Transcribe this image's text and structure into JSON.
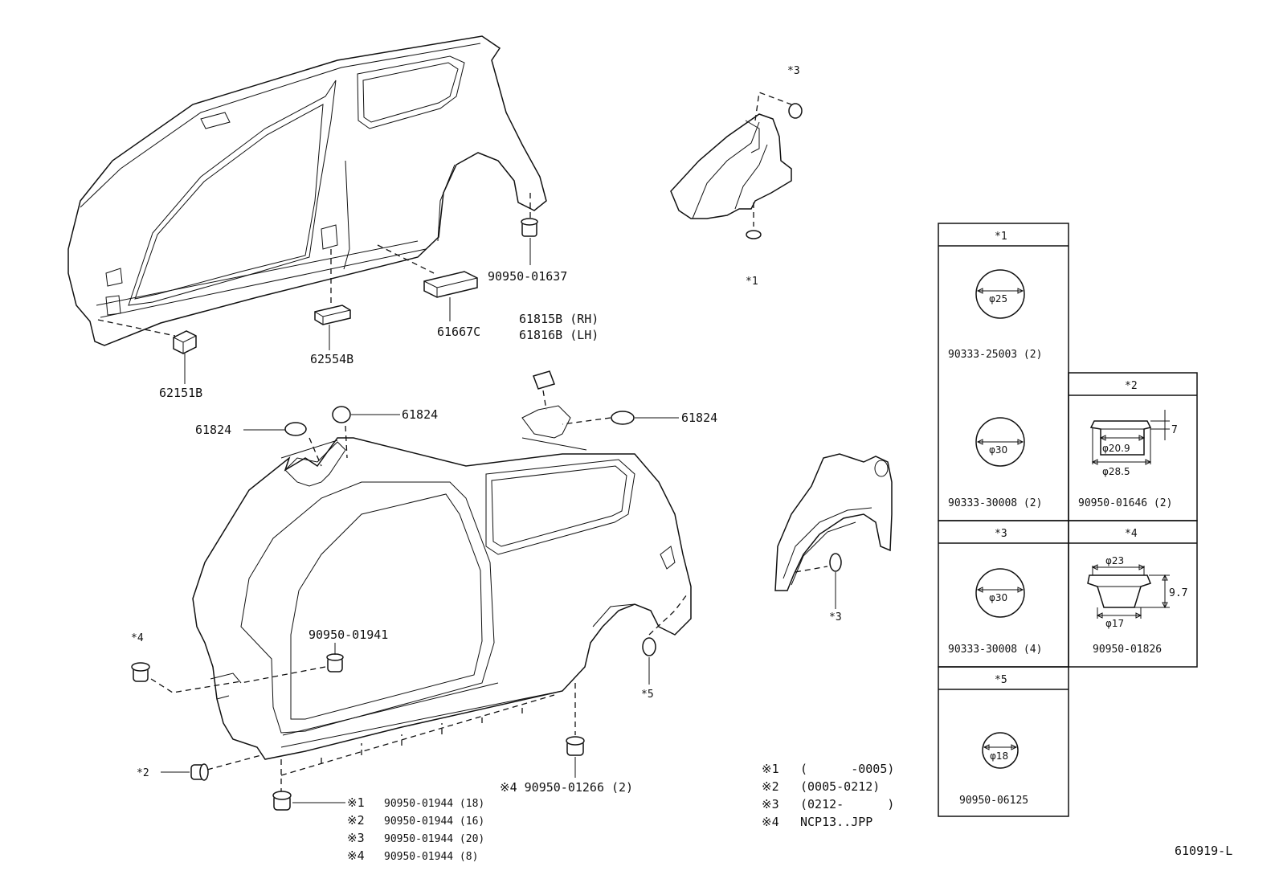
{
  "callouts": {
    "p62151B": "62151B",
    "p62554B": "62554B",
    "p61667C": "61667C",
    "p90950_01637": "90950-01637",
    "p61815B": "61815B (RH)",
    "p61816B": "61816B (LH)",
    "p61824_a": "61824",
    "p61824_b": "61824",
    "p61824_c": "61824",
    "p90950_01941": "90950-01941",
    "p90950_01266": "※4 90950-01266 (2)",
    "star1": "*1",
    "star2": "*2",
    "star3_top": "*3",
    "star3_bot": "*3",
    "star4": "*4",
    "star5": "*5"
  },
  "clip_list": [
    {
      "mark": "※1",
      "part": "90950-01944 (18)"
    },
    {
      "mark": "※2",
      "part": "90950-01944 (16)"
    },
    {
      "mark": "※3",
      "part": "90950-01944 (20)"
    },
    {
      "mark": "※4",
      "part": "90950-01944 (8)"
    }
  ],
  "notes": [
    {
      "mark": "※1",
      "text": "(      -0005)"
    },
    {
      "mark": "※2",
      "text": "(0005-0212)"
    },
    {
      "mark": "※3",
      "text": "(0212-      )"
    },
    {
      "mark": "※4",
      "text": "NCP13..JPP"
    }
  ],
  "legend": {
    "s1": {
      "header": "*1",
      "items": [
        {
          "dia": "φ25",
          "part": "90333-25003 (2)"
        },
        {
          "dia": "φ30",
          "part": "90333-30008 (2)"
        }
      ]
    },
    "s2": {
      "header": "*2",
      "inner": "φ20.9",
      "outer": "φ28.5",
      "height": "7",
      "part": "90950-01646 (2)"
    },
    "s3": {
      "header": "*3",
      "dia": "φ30",
      "part": "90333-30008 (4)"
    },
    "s4": {
      "header": "*4",
      "top": "φ23",
      "bottom": "φ17",
      "height": "9.7",
      "part": "90950-01826"
    },
    "s5": {
      "header": "*5",
      "dia": "φ18",
      "part": "90950-06125"
    }
  },
  "figure_code": "610919-L"
}
